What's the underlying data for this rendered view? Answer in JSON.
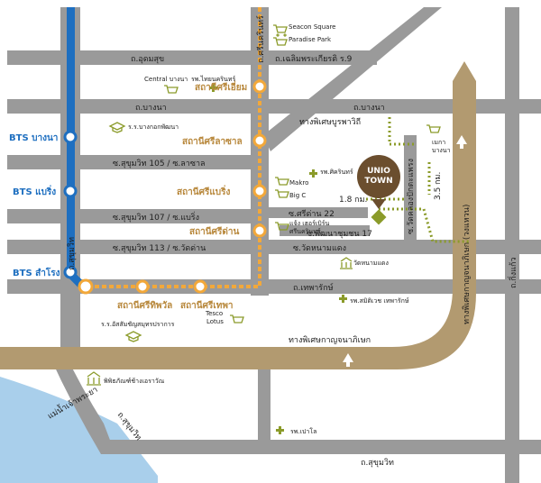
{
  "project": {
    "logo_line1": "UNIO",
    "logo_line2": "TOWN"
  },
  "colors": {
    "background": "#ffffff",
    "road": "#9a9a9a",
    "expressway": "#b29a70",
    "bts": "#1e6fc0",
    "yellow_line": "#f2a83a",
    "station_text": "#b8883c",
    "river": "#a9cfeb",
    "icon": "#8b9b2a",
    "logo": "#6b4e2e"
  },
  "roads": {
    "uthai": "ถ.อุดมสุข",
    "chaloem_phrakiat": "ถ.เฉลิมพระเกียรติ ร.9",
    "bangna": "ถ.บางนา",
    "bangna_trad": "ทางพิเศษบูรพาวิถี",
    "soi_106": "ซ.สุขุมวิท 105 / ซ.ลาซาล",
    "soi_107": "ซ.สุขุมวิท 107 / ซ.แบริ่ง",
    "soi_113": "ซ.สุขุมวิท 113 / ซ.วัดด่าน",
    "wat_bang_phli": "ซ.วัดหนามแดง",
    "thepharak": "ถ.เทพารักษ์",
    "si_dan_22": "ซ.ศรีด่าน 22",
    "phatthana_17": "ซ.พัฒนาชุมชน 17",
    "kanchanaphisek": "ทางพิเศษกาญจนาภิเษก",
    "sukhumvit": "ถ.สุขุมวิท",
    "si_nakharin": "ถ.ศรีนครินทร์",
    "soi_wat_khlong": "ซ.วัดคลองปักตะแพรง",
    "outer_ring": "ทางพิเศษกาญจนาภิเษก (วงแหวน)",
    "king_kaeo": "ถ.กิ่งแก้ว",
    "chao_phraya": "แม่น้ำเจ้าพระยา"
  },
  "bts": {
    "bangna": "BTS บางนา",
    "baering": "BTS แบริ่ง",
    "samrong": "BTS สำโรง"
  },
  "stations": {
    "si_iam": "สถานีศรีเอี่ยม",
    "si_la_salle": "สถานีศรีลาซาล",
    "si_bearing": "สถานีศรีแบริ่ง",
    "si_dan": "สถานีศรีด่าน",
    "thip_phawan": "สถานีศรีทิพวัล",
    "si_thepha": "สถานีศรีเทพา"
  },
  "pois": {
    "seacon_square": "Seacon Square",
    "paradise_park": "Paradise Park",
    "central_bangna": "Central บางนา",
    "thai_nakharin": "รพ.ไทยนครินทร์",
    "bangkok_patana": "ร.ร.บางกอกพัฒนา",
    "sikarin": "รพ.ศิครินทร์",
    "makro": "Makro",
    "big_c": "Big C",
    "paseo_line1": "แจ้ง เฮอร์เบิร์น",
    "paseo_line2": "ศรีนครินทร์",
    "wat_bang_phli": "วัดหนามแดง",
    "samitivej": "รพ.สมิติเวช เทพารักษ์",
    "tesco_line1": "Tesco",
    "tesco_line2": "Lotus",
    "assumption": "ร.ร.อัสสัมชัญสมุทรปราการ",
    "erawan_museum": "พิพิธภัณฑ์ช้างเอราวัณ",
    "paolo": "รพ.เปาโล",
    "mega_line1": "เมกา",
    "mega_line2": "บางนา"
  },
  "distances": {
    "d1": "1.8 กม.",
    "d2": "3.5 กม."
  }
}
